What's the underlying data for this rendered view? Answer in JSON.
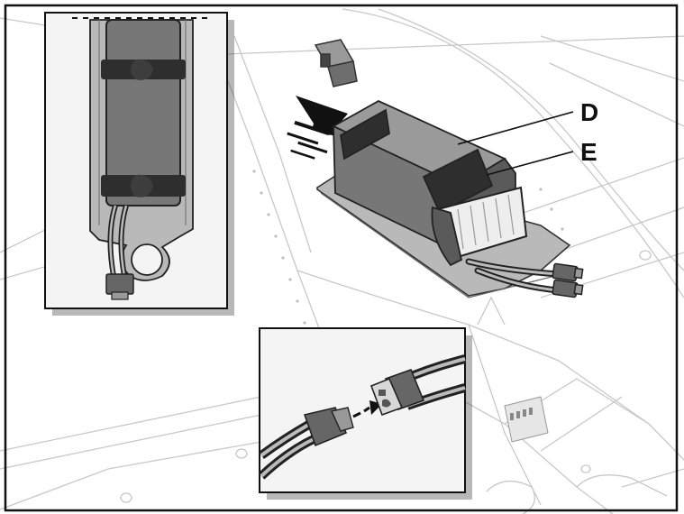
{
  "callouts": [
    {
      "id": "D",
      "label": "D"
    },
    {
      "id": "E",
      "label": "E"
    }
  ],
  "colors": {
    "frame": "#111111",
    "battery_dark": "#5a5a5a",
    "battery_mid": "#777777",
    "battery_light": "#9a9a9a",
    "strap": "#2e2e2e",
    "tray": "#b9b9b9",
    "fuselage_line": "#c8c8c8",
    "inset_bg": "#f4f4f4",
    "arrow": "#111111"
  },
  "icons": [
    "battery-illustration",
    "direction-arrow-icon",
    "connector-plug-icon"
  ]
}
